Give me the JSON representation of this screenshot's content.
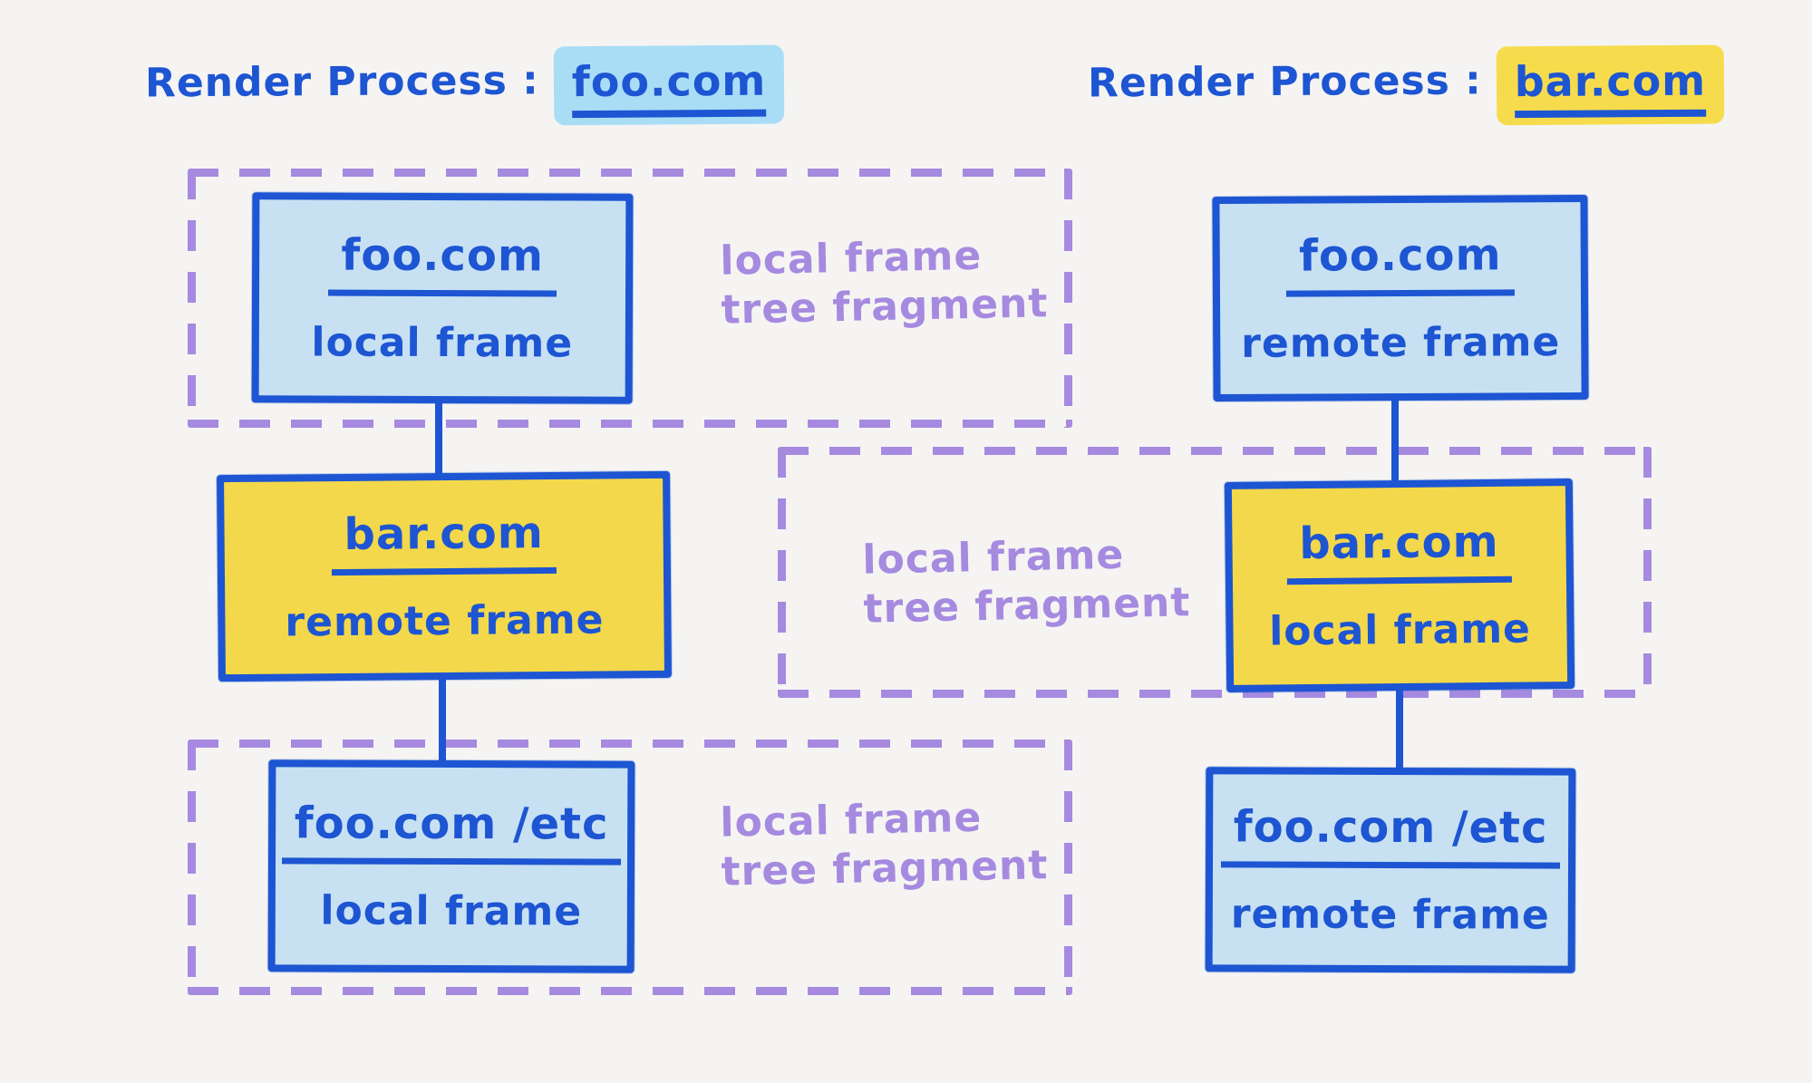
{
  "colors": {
    "background": "#f5f4f2",
    "ink_blue": "#1d55d2",
    "box_blue_fill": "#c7e1f3",
    "box_yellow_fill": "#f3d84b",
    "purple": "#a68ae0",
    "title_highlight_blue": "#a9ddf6",
    "title_highlight_yellow": "#f6dc4d"
  },
  "columns": [
    {
      "title_prefix": "Render Process :",
      "title_domain": "foo.com",
      "nodes": [
        {
          "domain": "foo.com",
          "frame_type": "local frame"
        },
        {
          "domain": "bar.com",
          "frame_type": "remote frame"
        },
        {
          "domain": "foo.com /etc",
          "frame_type": "local frame"
        }
      ]
    },
    {
      "title_prefix": "Render Process :",
      "title_domain": "bar.com",
      "nodes": [
        {
          "domain": "foo.com",
          "frame_type": "remote frame"
        },
        {
          "domain": "bar.com",
          "frame_type": "local frame"
        },
        {
          "domain": "foo.com /etc",
          "frame_type": "remote frame"
        }
      ]
    }
  ],
  "fragment_labels": [
    {
      "line1": "local frame",
      "line2": "tree fragment"
    },
    {
      "line1": "local frame",
      "line2": "tree fragment"
    },
    {
      "line1": "local frame",
      "line2": "tree fragment"
    }
  ]
}
